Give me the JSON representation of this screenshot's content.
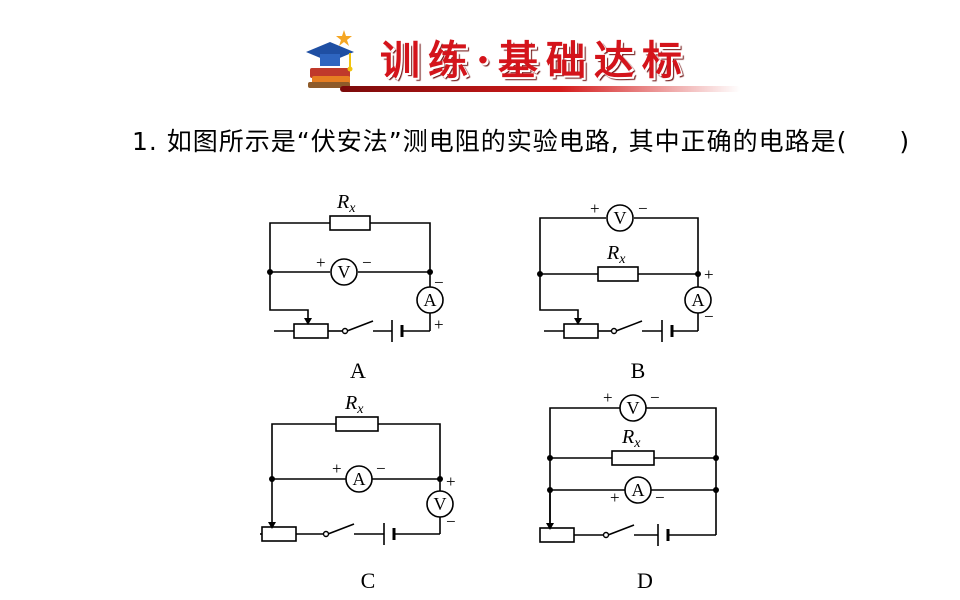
{
  "banner": {
    "title": "训练·基础达标",
    "icon": "graduation-cap-book-icon"
  },
  "question": {
    "text": "1. 如图所示是“伏安法”测电阻的实验电路, 其中正确的电路是(　　)"
  },
  "circuits": {
    "resistor_symbol": "R",
    "resistor_subscript": "x",
    "voltmeter": "V",
    "ammeter": "A",
    "plus": "+",
    "minus": "−",
    "labels": [
      "A",
      "B",
      "C",
      "D"
    ]
  }
}
